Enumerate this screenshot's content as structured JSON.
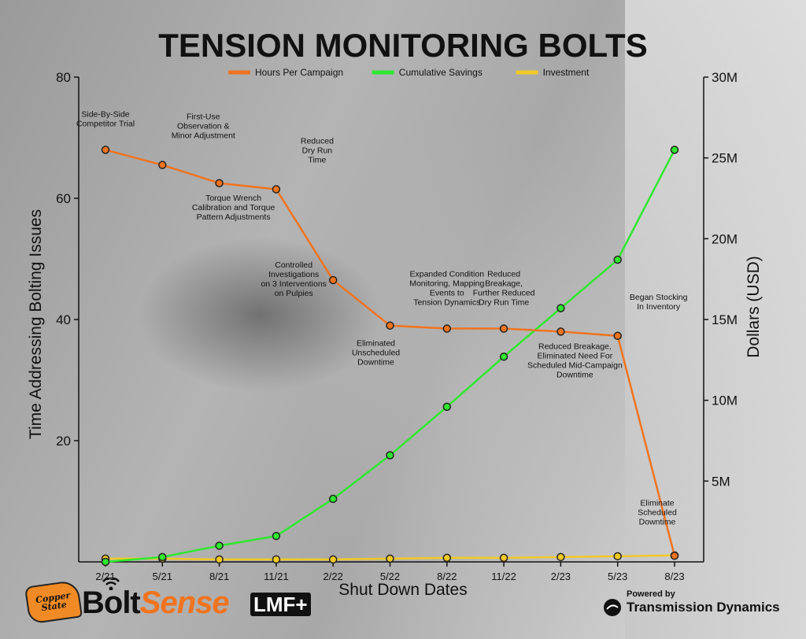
{
  "chart_data": {
    "type": "line",
    "title": "TENSION MONITORING BOLTS",
    "xlabel": "Shut Down Dates",
    "ylabel_left": "Time Addressing Bolting Issues",
    "ylabel_right": "Dollars (USD)",
    "categories": [
      "2/21",
      "5/21",
      "8/21",
      "11/21",
      "2/22",
      "5/22",
      "8/22",
      "11/22",
      "2/23",
      "5/23",
      "8/23"
    ],
    "ylim_left": [
      0,
      80
    ],
    "yticks_left": [
      {
        "value": 20,
        "label": "20"
      },
      {
        "value": 40,
        "label": "40"
      },
      {
        "value": 60,
        "label": "60"
      },
      {
        "value": 80,
        "label": "80"
      }
    ],
    "ylim_right": [
      0,
      30000000
    ],
    "yticks_right": [
      {
        "value": 5000000,
        "label": "5M"
      },
      {
        "value": 10000000,
        "label": "10M"
      },
      {
        "value": 15000000,
        "label": "15M"
      },
      {
        "value": 20000000,
        "label": "20M"
      },
      {
        "value": 25000000,
        "label": "25M"
      },
      {
        "value": 30000000,
        "label": "30M"
      }
    ],
    "legend_position": "top-center",
    "series": [
      {
        "name": "Hours Per Campaign",
        "axis": "left",
        "color": "#f0731e",
        "values": [
          68,
          65.5,
          62.5,
          61.5,
          46.5,
          39,
          38.5,
          38.5,
          38,
          37.3,
          1
        ]
      },
      {
        "name": "Cumulative Savings",
        "axis": "right",
        "color": "#2ee82e",
        "values": [
          0,
          300000,
          1000000,
          1600000,
          3900000,
          6600000,
          9600000,
          12700000,
          15700000,
          18700000,
          25500000
        ]
      },
      {
        "name": "Investment",
        "axis": "right",
        "color": "#f2c924",
        "values": [
          200000,
          200000,
          150000,
          150000,
          150000,
          200000,
          250000,
          250000,
          300000,
          350000,
          400000
        ]
      }
    ],
    "annotations": [
      {
        "index": 0,
        "lines": [
          "Side-By-Side",
          "Competitor Trial"
        ],
        "pos": "above"
      },
      {
        "index": 1,
        "lines": [
          "First-Use",
          "Observation &",
          "Minor Adjustment"
        ],
        "pos": "above-right"
      },
      {
        "index": 2,
        "lines": [
          "Torque Wrench",
          "Calibration and Torque",
          "Pattern Adjustments"
        ],
        "pos": "below"
      },
      {
        "index": 3,
        "lines": [
          "Reduced",
          "Dry Run",
          "Time"
        ],
        "pos": "above-right"
      },
      {
        "index": 4,
        "lines": [
          "Controlled",
          "Investigations",
          "on 3 Interventions",
          "on Pulpies"
        ],
        "pos": "left"
      },
      {
        "index": 5,
        "lines": [
          "Eliminated",
          "Unscheduled",
          "Downtime"
        ],
        "pos": "below-left"
      },
      {
        "index": 6,
        "lines": [
          "Expanded Condition",
          "Monitoring, Mapping",
          "Events to",
          "Tension Dynamics"
        ],
        "pos": "above"
      },
      {
        "index": 7,
        "lines": [
          "Reduced",
          "Breakage,",
          "Further Reduced",
          "Dry Run Time"
        ],
        "pos": "above"
      },
      {
        "index": 8,
        "lines": [
          "Reduced Breakage,",
          "Eliminated Need For",
          "Scheduled Mid-Campaign",
          "Downtime"
        ],
        "pos": "below"
      },
      {
        "index": 9,
        "lines": [
          "Began Stocking",
          "In Inventory"
        ],
        "pos": "above-right"
      },
      {
        "index": 10,
        "lines": [
          "Eliminate",
          "Scheduled",
          "Downtime"
        ],
        "pos": "above-left"
      }
    ]
  },
  "logos": {
    "copper_state": "Copper State",
    "boltsense_a": "Bolt",
    "boltsense_b": "Sense",
    "lmf": "LMF+",
    "powered_by": "Powered by",
    "transmission_dynamics": "Transmission Dynamics"
  }
}
